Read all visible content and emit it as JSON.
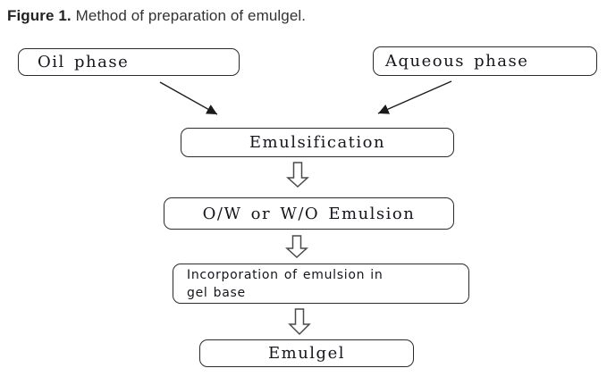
{
  "caption": {
    "label": "Figure 1.",
    "text": " Method of preparation of emulgel."
  },
  "flowchart": {
    "nodes": [
      {
        "id": "oil-phase",
        "label": "Oil phase"
      },
      {
        "id": "aqueous-phase",
        "label": "Aqueous phase"
      },
      {
        "id": "emulsification",
        "label": "Emulsification"
      },
      {
        "id": "ow-wo-emulsion",
        "label": "O/W or W/O Emulsion"
      },
      {
        "id": "incorporation",
        "label": "Incorporation of emulsion in\ngel base"
      },
      {
        "id": "emulgel",
        "label": "Emulgel"
      }
    ],
    "edges": [
      {
        "from": "oil-phase",
        "to": "emulsification",
        "style": "solid-diagonal-arrow"
      },
      {
        "from": "aqueous-phase",
        "to": "emulsification",
        "style": "solid-diagonal-arrow"
      },
      {
        "from": "emulsification",
        "to": "ow-wo-emulsion",
        "style": "hollow-down-arrow"
      },
      {
        "from": "ow-wo-emulsion",
        "to": "incorporation",
        "style": "hollow-down-arrow"
      },
      {
        "from": "incorporation",
        "to": "emulgel",
        "style": "hollow-down-arrow"
      }
    ]
  },
  "colors": {
    "box_border": "#2b2b2b",
    "box_text": "#15151c",
    "caption_text": "#333333",
    "solid_arrow": "#1a1a1a",
    "hollow_arrow_outline": "#4a4a4a",
    "background": "#ffffff"
  }
}
